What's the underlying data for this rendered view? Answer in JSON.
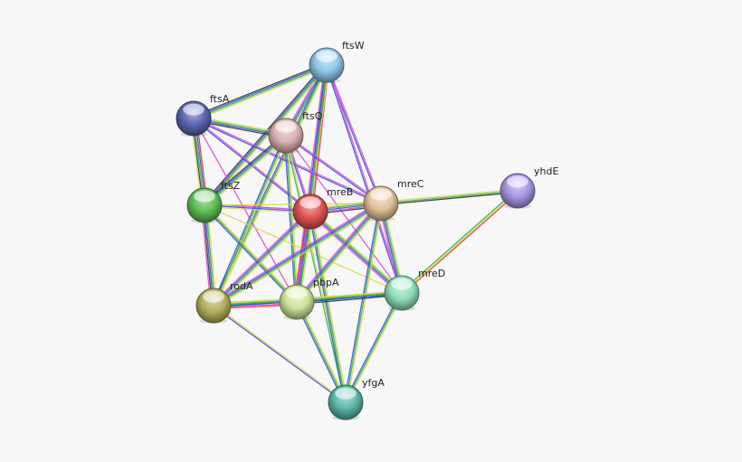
{
  "nodes": [
    {
      "id": "ftsW",
      "label": "ftsW",
      "color": "#8fc8ea"
    },
    {
      "id": "ftsA",
      "label": "ftsA",
      "color": "#5b67b4"
    },
    {
      "id": "ftsQ",
      "label": "ftsQ",
      "color": "#dcb1b1"
    },
    {
      "id": "ftsZ",
      "label": "ftsZ",
      "color": "#5fbf56"
    },
    {
      "id": "mreB",
      "label": "mreB",
      "color": "#e05555"
    },
    {
      "id": "mreC",
      "label": "mreC",
      "color": "#e3c09a"
    },
    {
      "id": "yhdE",
      "label": "yhdE",
      "color": "#a996e4"
    },
    {
      "id": "rodA",
      "label": "rodA",
      "color": "#b4b05c"
    },
    {
      "id": "pbpA",
      "label": "pbpA",
      "color": "#cfe49a"
    },
    {
      "id": "mreD",
      "label": "mreD",
      "color": "#8fe0b8"
    },
    {
      "id": "yfgA",
      "label": "yfgA",
      "color": "#5ab7aa"
    }
  ],
  "edges": [
    {
      "from": "ftsW",
      "to": "ftsA",
      "evidence": [
        "yellow",
        "green",
        "blue",
        "black"
      ]
    },
    {
      "from": "ftsW",
      "to": "ftsQ",
      "evidence": [
        "yellow",
        "green",
        "blue",
        "magenta"
      ]
    },
    {
      "from": "ftsW",
      "to": "ftsZ",
      "evidence": [
        "yellow",
        "green",
        "blue",
        "black"
      ]
    },
    {
      "from": "ftsW",
      "to": "mreB",
      "evidence": [
        "red",
        "blue",
        "magenta",
        "green"
      ]
    },
    {
      "from": "ftsW",
      "to": "mreC",
      "evidence": [
        "magenta",
        "blue"
      ]
    },
    {
      "from": "ftsW",
      "to": "rodA",
      "evidence": [
        "yellow",
        "green",
        "blue"
      ]
    },
    {
      "from": "ftsW",
      "to": "pbpA",
      "evidence": [
        "yellow",
        "green",
        "blue",
        "magenta"
      ]
    },
    {
      "from": "ftsW",
      "to": "mreD",
      "evidence": [
        "magenta",
        "blue"
      ]
    },
    {
      "from": "ftsA",
      "to": "ftsQ",
      "evidence": [
        "yellow",
        "green",
        "blue",
        "black"
      ]
    },
    {
      "from": "ftsA",
      "to": "ftsZ",
      "evidence": [
        "red",
        "blue",
        "green",
        "black",
        "yellow"
      ]
    },
    {
      "from": "ftsA",
      "to": "mreB",
      "evidence": [
        "magenta",
        "blue"
      ]
    },
    {
      "from": "ftsA",
      "to": "mreC",
      "evidence": [
        "magenta",
        "blue"
      ]
    },
    {
      "from": "ftsA",
      "to": "pbpA",
      "evidence": [
        "magenta"
      ]
    },
    {
      "from": "ftsQ",
      "to": "ftsZ",
      "evidence": [
        "yellow",
        "green",
        "blue",
        "black"
      ]
    },
    {
      "from": "ftsQ",
      "to": "mreB",
      "evidence": [
        "magenta",
        "blue"
      ]
    },
    {
      "from": "ftsQ",
      "to": "rodA",
      "evidence": [
        "yellow",
        "green",
        "blue"
      ]
    },
    {
      "from": "ftsQ",
      "to": "pbpA",
      "evidence": [
        "yellow",
        "green",
        "blue"
      ]
    },
    {
      "from": "ftsQ",
      "to": "mreD",
      "evidence": [
        "magenta"
      ]
    },
    {
      "from": "ftsQ",
      "to": "mreC",
      "evidence": [
        "magenta",
        "blue"
      ]
    },
    {
      "from": "ftsQ",
      "to": "yfgA",
      "evidence": [
        "yellow",
        "green"
      ]
    },
    {
      "from": "ftsZ",
      "to": "mreB",
      "evidence": [
        "magenta",
        "blue",
        "yellow"
      ]
    },
    {
      "from": "ftsZ",
      "to": "mreC",
      "evidence": [
        "yellow"
      ]
    },
    {
      "from": "ftsZ",
      "to": "rodA",
      "evidence": [
        "yellow",
        "green",
        "blue",
        "black",
        "magenta"
      ]
    },
    {
      "from": "ftsZ",
      "to": "pbpA",
      "evidence": [
        "yellow",
        "green",
        "blue"
      ]
    },
    {
      "from": "ftsZ",
      "to": "mreD",
      "evidence": [
        "yellow"
      ]
    },
    {
      "from": "mreB",
      "to": "mreC",
      "evidence": [
        "yellow",
        "green",
        "blue",
        "magenta",
        "black"
      ]
    },
    {
      "from": "mreB",
      "to": "rodA",
      "evidence": [
        "yellow",
        "green",
        "blue",
        "magenta"
      ]
    },
    {
      "from": "mreB",
      "to": "pbpA",
      "evidence": [
        "yellow",
        "green",
        "blue",
        "magenta",
        "red"
      ]
    },
    {
      "from": "mreB",
      "to": "mreD",
      "evidence": [
        "yellow",
        "green",
        "blue",
        "magenta"
      ]
    },
    {
      "from": "mreB",
      "to": "yfgA",
      "evidence": [
        "yellow",
        "green",
        "blue"
      ]
    },
    {
      "from": "mreC",
      "to": "yhdE",
      "evidence": [
        "yellow",
        "green",
        "black"
      ]
    },
    {
      "from": "mreC",
      "to": "rodA",
      "evidence": [
        "yellow",
        "green",
        "blue",
        "magenta"
      ]
    },
    {
      "from": "mreC",
      "to": "pbpA",
      "evidence": [
        "yellow",
        "green",
        "blue",
        "magenta"
      ]
    },
    {
      "from": "mreC",
      "to": "mreD",
      "evidence": [
        "yellow",
        "green",
        "blue",
        "magenta"
      ]
    },
    {
      "from": "mreC",
      "to": "yfgA",
      "evidence": [
        "yellow",
        "green",
        "blue"
      ]
    },
    {
      "from": "yhdE",
      "to": "mreD",
      "evidence": [
        "red",
        "yellow",
        "green"
      ]
    },
    {
      "from": "rodA",
      "to": "pbpA",
      "evidence": [
        "yellow",
        "green",
        "blue",
        "magenta",
        "red"
      ]
    },
    {
      "from": "rodA",
      "to": "mreD",
      "evidence": [
        "yellow",
        "green",
        "blue"
      ]
    },
    {
      "from": "rodA",
      "to": "yfgA",
      "evidence": [
        "yellow",
        "blue"
      ]
    },
    {
      "from": "pbpA",
      "to": "mreD",
      "evidence": [
        "yellow",
        "green",
        "blue",
        "black"
      ]
    },
    {
      "from": "pbpA",
      "to": "yfgA",
      "evidence": [
        "yellow",
        "green",
        "blue"
      ]
    },
    {
      "from": "mreD",
      "to": "yfgA",
      "evidence": [
        "yellow",
        "green",
        "blue"
      ]
    }
  ],
  "evidence_colors": {
    "yellow": "#d6d650",
    "green": "#2fb44a",
    "blue": "#3c4fd6",
    "black": "#333333",
    "magenta": "#d84cd8",
    "red": "#e03a3a"
  }
}
